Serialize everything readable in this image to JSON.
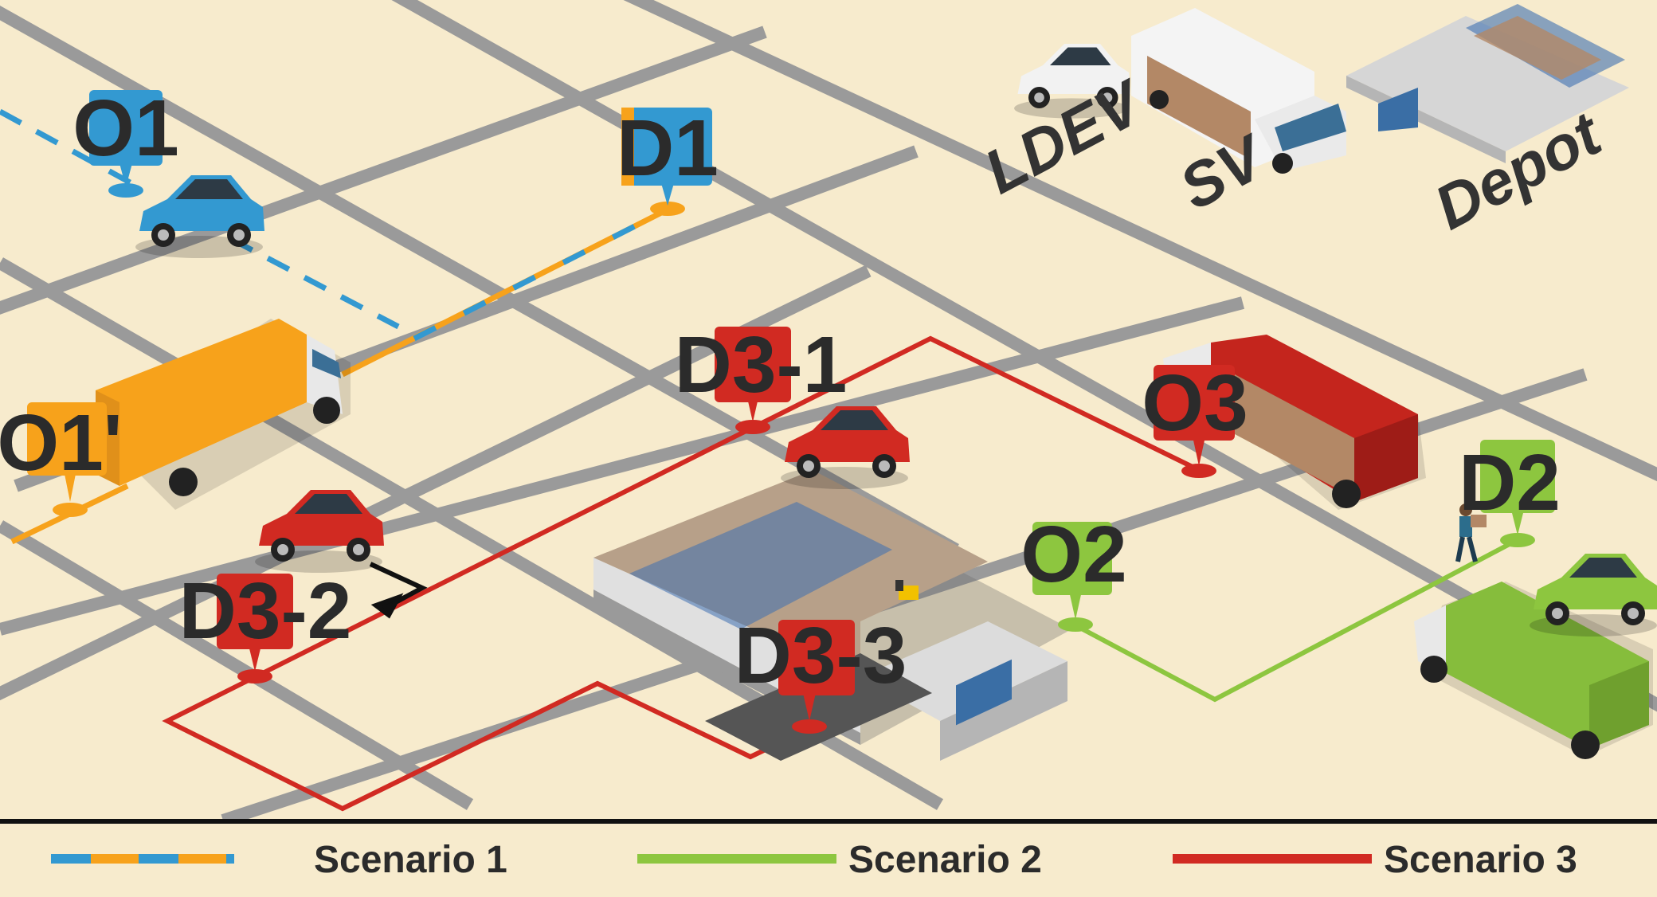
{
  "colors": {
    "background": "#f7ebcd",
    "road": "#999999",
    "scenario1_blue": "#3399d1",
    "scenario1_orange": "#f7a21b",
    "scenario2_green": "#8dc63f",
    "scenario3_red": "#d12a22",
    "text": "#2b2b2b"
  },
  "markers": {
    "o1": "O1",
    "d1": "D1",
    "o1_prime": "O1'",
    "d3_1": "D3-1",
    "d3_2": "D3-2",
    "d3_3": "D3-3",
    "o3": "O3",
    "o2": "O2",
    "d2": "D2"
  },
  "fleet_labels": {
    "ldev": "LDEV",
    "sv": "SV",
    "depot": "Depot"
  },
  "legend": {
    "scenario1": "Scenario 1",
    "scenario2": "Scenario 2",
    "scenario3": "Scenario 3"
  },
  "icons": [
    "car-icon",
    "truck-icon",
    "warehouse-icon",
    "location-pin-icon",
    "forklift-icon",
    "worker-icon"
  ]
}
